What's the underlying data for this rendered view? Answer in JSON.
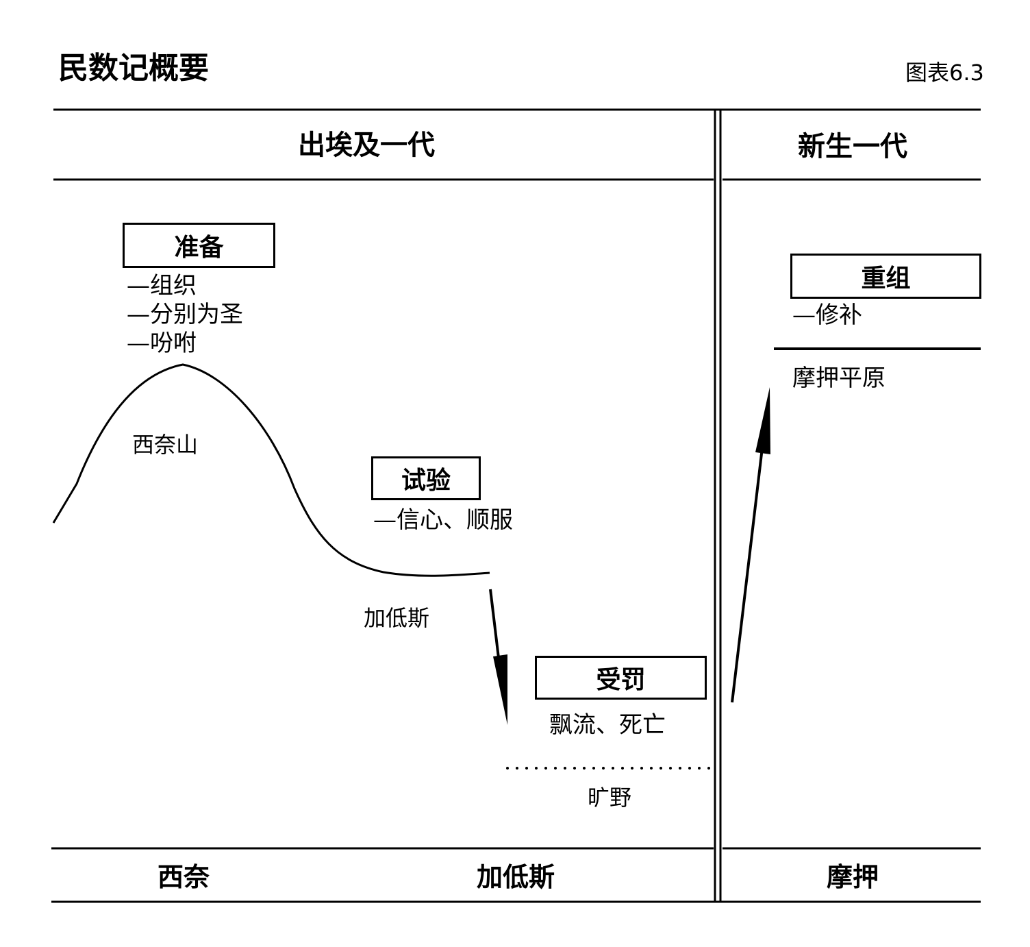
{
  "title": "民数记概要",
  "figure_label": "图表6.3",
  "headers": {
    "old_generation": "出埃及一代",
    "new_generation": "新生一代"
  },
  "stages": {
    "preparation": {
      "label": "准备",
      "items": [
        "—组织",
        "—分别为圣",
        "—吩咐"
      ]
    },
    "testing": {
      "label": "试验",
      "items": [
        "—信心、顺服"
      ]
    },
    "punishment": {
      "label": "受罚",
      "items": [
        "飘流、死亡"
      ]
    },
    "reorganization": {
      "label": "重组",
      "items": [
        "—修补"
      ]
    }
  },
  "places": {
    "mount_sinai": "西奈山",
    "kadesh": "加低斯",
    "wilderness": "旷野",
    "plains_of_moab": "摩押平原"
  },
  "footer": {
    "sinai": "西奈",
    "kadesh": "加低斯",
    "moab": "摩押"
  }
}
